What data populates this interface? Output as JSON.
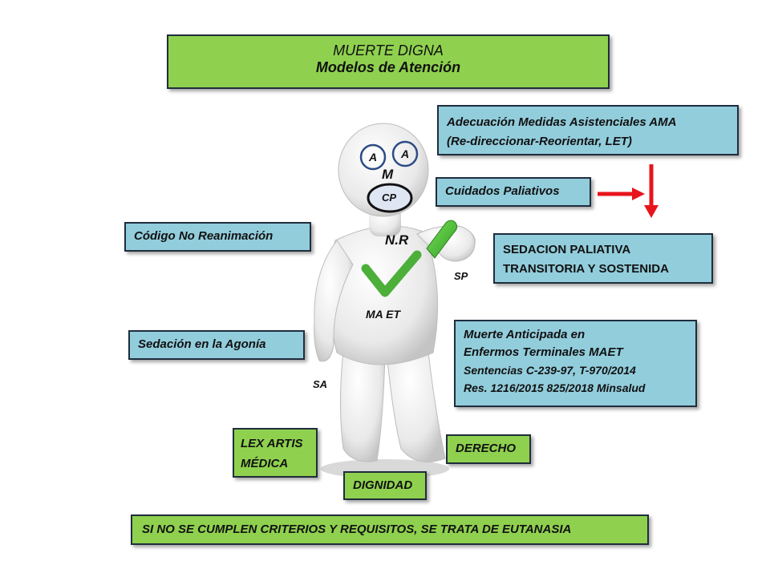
{
  "title": {
    "line1": "MUERTE DIGNA",
    "line2": "Modelos de Atención"
  },
  "boxes": {
    "ama": {
      "line1": "Adecuación Medidas Asistenciales AMA",
      "line2": "(Re-direccionar-Reorientar,  LET)"
    },
    "cp": {
      "label": "Cuidados Paliativos"
    },
    "sp": {
      "line1": "SEDACION PALIATIVA",
      "line2": "TRANSITORIA Y  SOSTENIDA"
    },
    "cnr": {
      "label": "Código No Reanimación"
    },
    "sa": {
      "label": "Sedación en la Agonía"
    },
    "maet": {
      "line1": "Muerte  Anticipada en",
      "line2": "Enfermos Terminales  MAET",
      "line3": "Sentencias C-239-97, T-970/2014",
      "line4": "Res. 1216/2015  825/2018 Minsalud"
    },
    "lex": {
      "line1": "LEX ARTIS",
      "line2": "MÉDICA"
    },
    "derecho": {
      "label": "DERECHO"
    },
    "dignidad": {
      "label": "DIGNIDAD"
    },
    "footer": {
      "label": "SI NO SE CUMPLEN CRITERIOS Y REQUISITOS, SE TRATA DE EUTANASIA"
    }
  },
  "figure_labels": {
    "eye_left": "A",
    "eye_right": "A",
    "mouth_m": "M",
    "mouth_cp": "CP",
    "nr": "N.R",
    "sp": "SP",
    "maet": "MA ET",
    "sa": "SA"
  },
  "colors": {
    "green_box": "#8fd14f",
    "blue_box": "#92cddc",
    "arrow": "#e8141c",
    "check": "#4caf3a",
    "marker": "#3fbf2f"
  }
}
